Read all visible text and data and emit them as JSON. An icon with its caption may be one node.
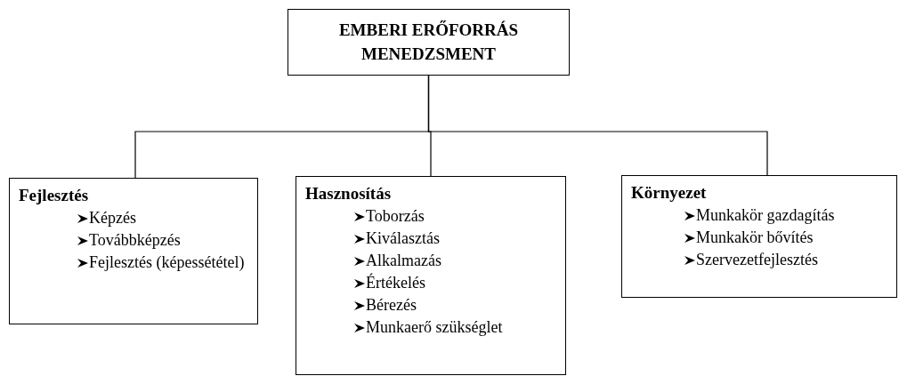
{
  "diagram": {
    "nodes": [
      {
        "text": [
          "EMBERI ERŐFORRÁS MENEDZSMENT"
        ]
      },
      {
        "text": [
          "Fejlesztés",
          "Képzés",
          "Továbbképzés",
          "Fejlesztés (képessététel)"
        ]
      },
      {
        "text": [
          "Hasznosítás",
          "Toborzás",
          "Kiválasztás",
          "Alkalmazás",
          "Értékelés",
          "Bérezés",
          "Munkaerő szükséglet"
        ]
      },
      {
        "text": [
          "Környezet",
          "Munkakör gazdagítás",
          "Munkakör bővítés",
          "Szervezetfejlesztés"
        ]
      }
    ],
    "edges": [
      {
        "from": 0,
        "to": 1,
        "arrow": "none"
      },
      {
        "from": 0,
        "to": 2,
        "arrow": "none"
      },
      {
        "from": 0,
        "to": 3,
        "arrow": "none"
      }
    ]
  }
}
